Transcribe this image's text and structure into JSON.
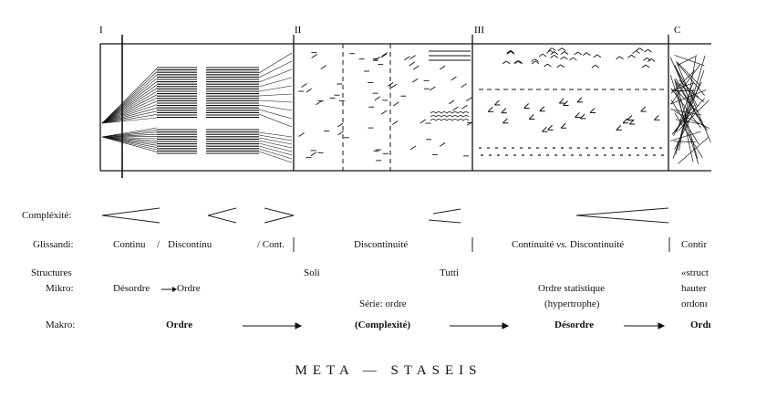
{
  "sections": {
    "s1": "I",
    "s2": "II",
    "s3": "III",
    "s4": "C"
  },
  "labels": {
    "complexite": "Compléxité:",
    "glissandi": "Glissandi:",
    "structures": "Structures",
    "mikro": "Mikro:",
    "makro": "Makro:"
  },
  "glissandi": {
    "a": "Continu",
    "slash": "/",
    "b": "Discontinu",
    "c": "/ Cont.",
    "d": "Discontinuité",
    "e": "Continuité vs. Discontinuité",
    "f": "Contir"
  },
  "structures": {
    "soli": "Soli",
    "tutti": "Tutti",
    "struct": "«struct"
  },
  "mikro": {
    "a1": "Désordre",
    "a2": "Ordre",
    "b": "Série: ordre",
    "c1": "Ordre statistique",
    "c2": "(hypertrophe)",
    "d1": "hauter",
    "d2": "ordonı"
  },
  "makro": {
    "a": "Ordre",
    "b": "(Complexité)",
    "c": "Désordre",
    "d": "Ordı"
  },
  "title": "META — STASEIS"
}
